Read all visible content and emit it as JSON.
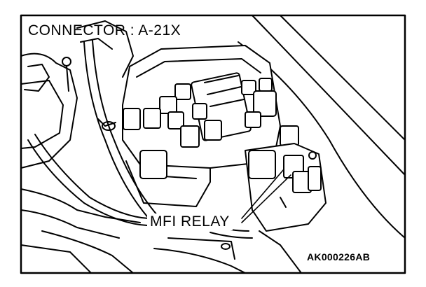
{
  "labels": {
    "connector": "CONNECTOR : A-21X",
    "relay": "MFI RELAY",
    "figure_code": "AK000226AB"
  },
  "colors": {
    "line": "#000000",
    "background": "#ffffff",
    "shade": "#dcdcdc"
  }
}
